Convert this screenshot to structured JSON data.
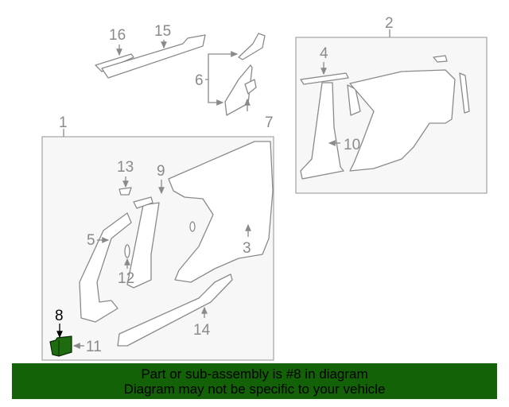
{
  "callouts": {
    "c1": "1",
    "c2": "2",
    "c3": "3",
    "c4": "4",
    "c5": "5",
    "c6": "6",
    "c7": "7",
    "c8": "8",
    "c9": "9",
    "c10": "10",
    "c11": "11",
    "c12": "12",
    "c13": "13",
    "c14": "14",
    "c15": "15",
    "c16": "16"
  },
  "highlight_color": "#1e6b10",
  "banner": {
    "line1": "Part or sub-assembly is #8 in diagram",
    "line2": "Diagram may not be specific to your vehicle",
    "color": "#136208"
  }
}
